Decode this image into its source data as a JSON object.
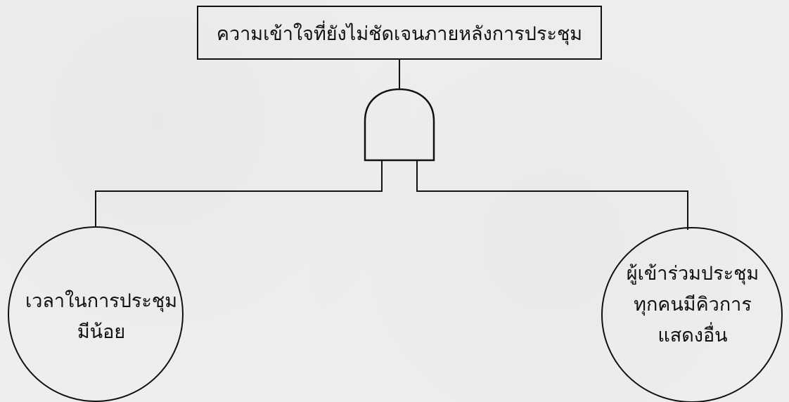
{
  "diagram": {
    "top_event": "ความเข้าใจที่ยังไม่ชัดเจนภายหลังการประชุม",
    "gate_type": "AND",
    "left_event": {
      "lines": [
        "เวลาในการประชุม",
        "มีน้อย"
      ]
    },
    "right_event": {
      "lines": [
        "ผู้เข้าร่วมประชุม",
        "ทุกคนมีคิวการ",
        "แสดงอื่น"
      ]
    }
  }
}
